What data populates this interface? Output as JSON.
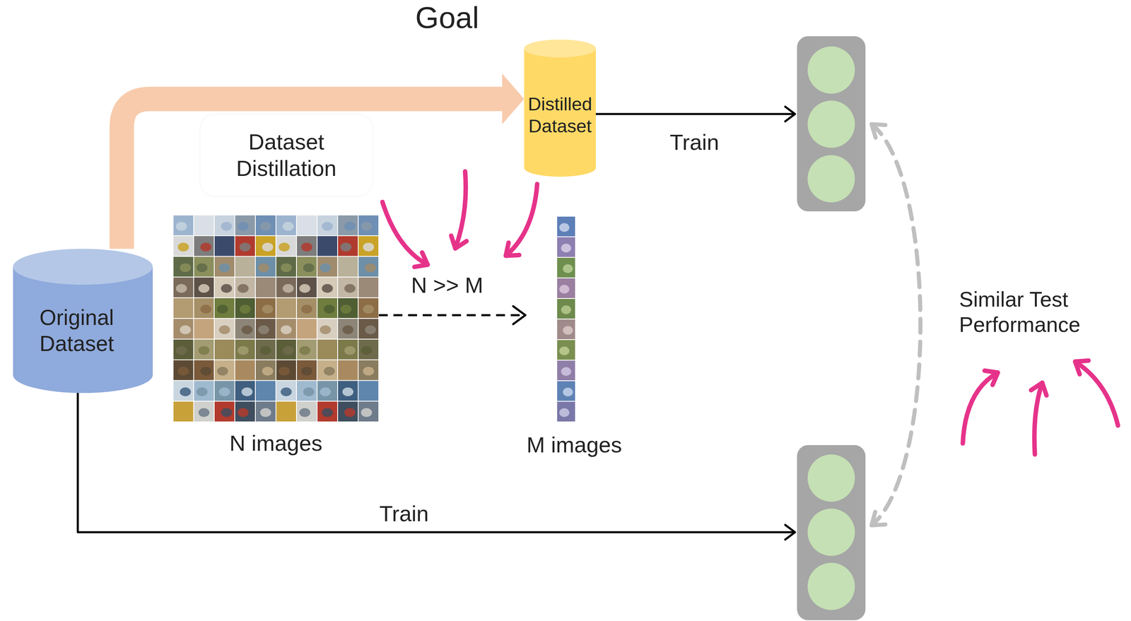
{
  "diagram": {
    "title": "Goal",
    "nodes": [
      {
        "text": [
          "Original Dataset"
        ]
      },
      {
        "text": [
          "Distilled Dataset"
        ]
      },
      {
        "text": [
          "N images"
        ]
      },
      {
        "text": [
          "M images"
        ]
      }
    ],
    "edges": [
      {
        "from": 0,
        "to": 1,
        "arrow": "to",
        "label": "Dataset Distillation"
      },
      {
        "from": 2,
        "to": 3,
        "arrow": "to",
        "label": "N >> M"
      }
    ],
    "labels": [
      "Train",
      "Similar Test Performance",
      "Train"
    ]
  }
}
